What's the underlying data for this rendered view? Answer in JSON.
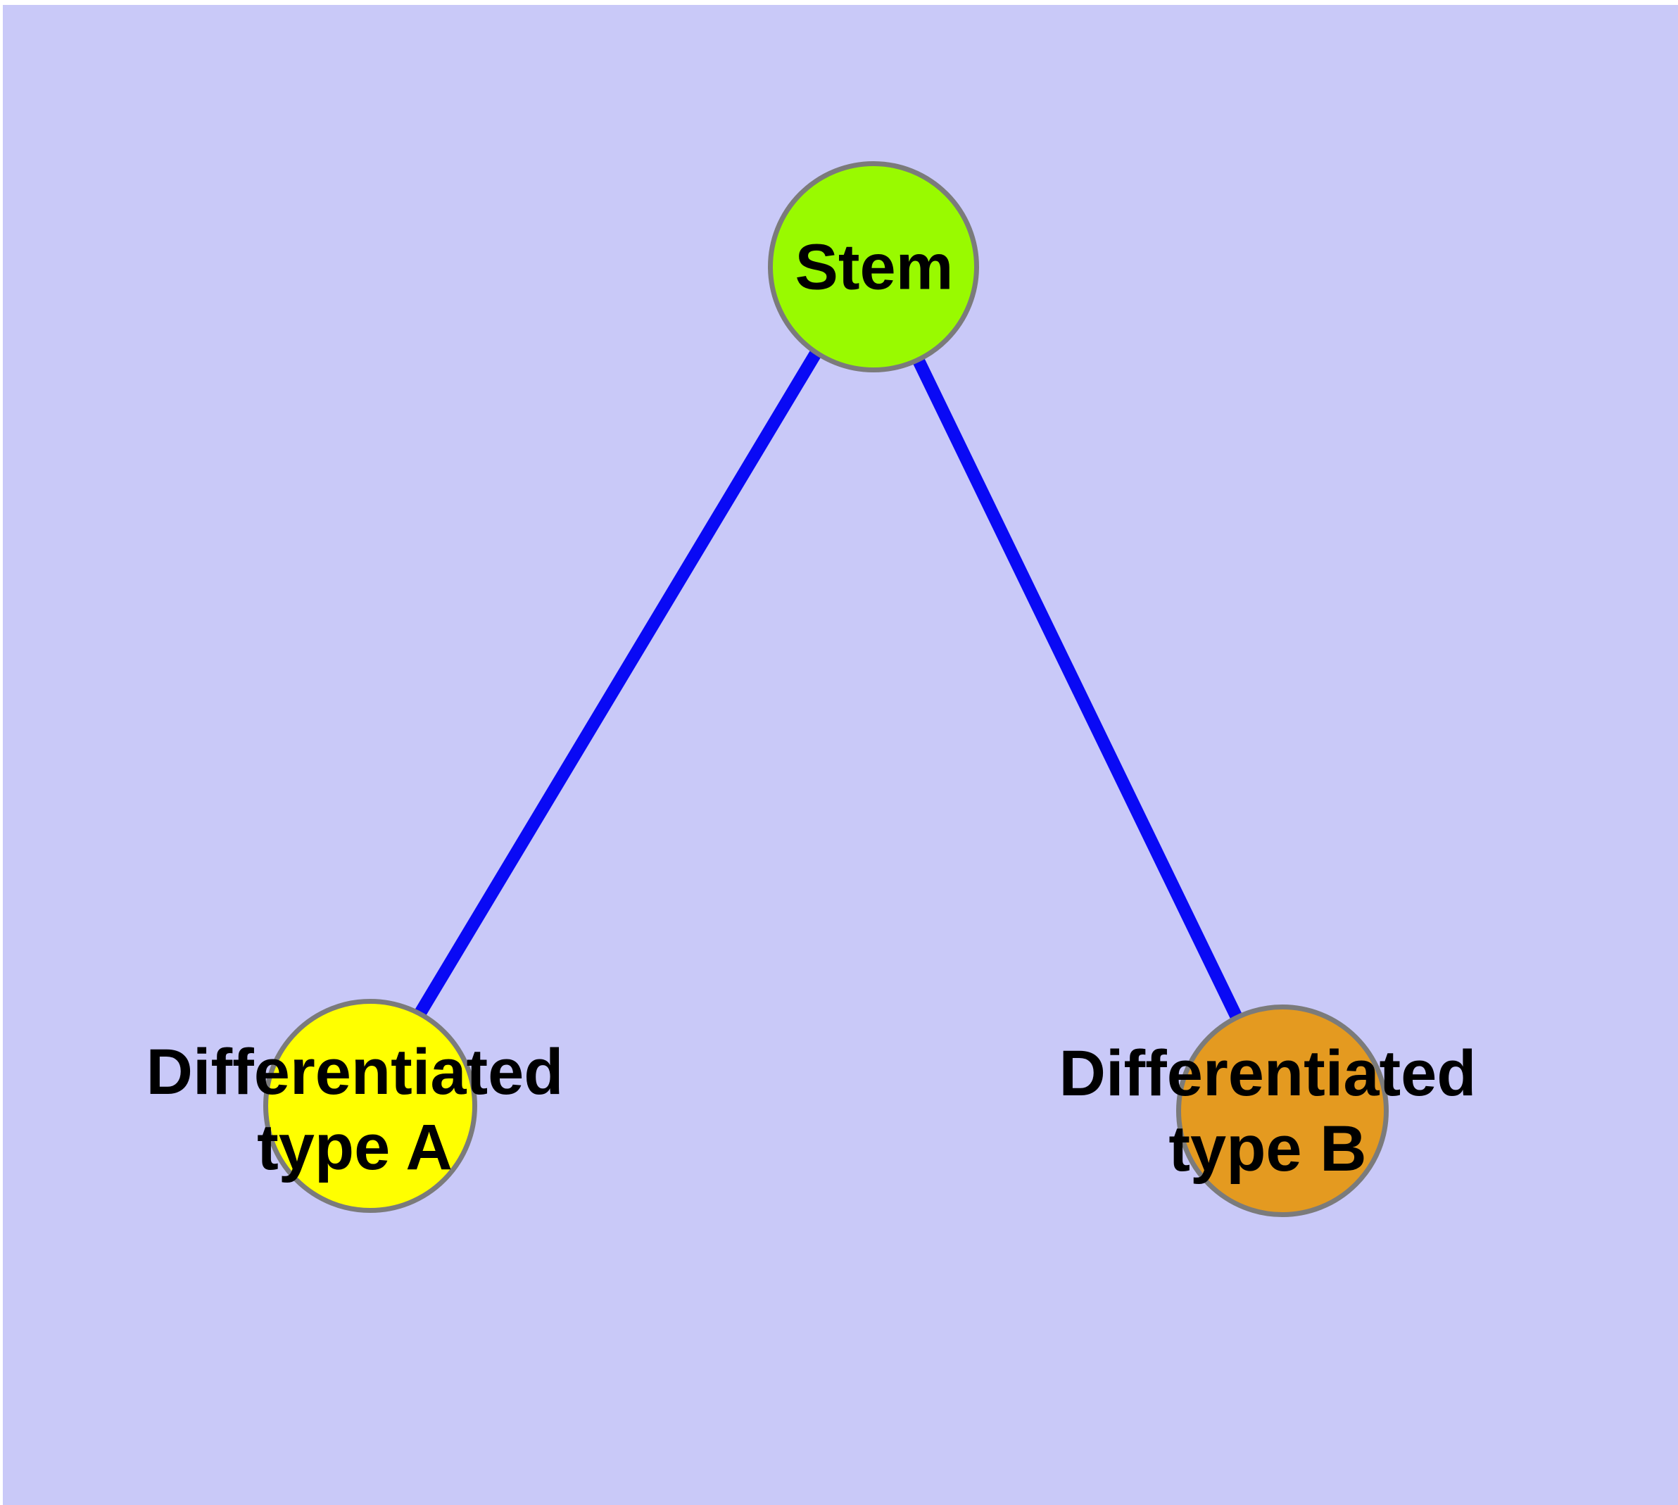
{
  "diagram": {
    "background_color": "#C9C9F8",
    "edge_color": "#0909F5",
    "node_border_color": "#7B7B7B",
    "label_color": "#000000",
    "nodes": [
      {
        "id": "stem",
        "label": "Stem",
        "fill": "#99FA00",
        "shape": "circle"
      },
      {
        "id": "differentiated-type-a",
        "label_lines": [
          "Differentiated",
          "type A"
        ],
        "fill": "#FFFF00",
        "shape": "circle"
      },
      {
        "id": "differentiated-type-b",
        "label_lines": [
          "Differentiated",
          "type B"
        ],
        "fill": "#E49A20",
        "shape": "circle"
      }
    ],
    "edges": [
      {
        "from": "stem",
        "to": "differentiated-type-a"
      },
      {
        "from": "stem",
        "to": "differentiated-type-b"
      }
    ]
  }
}
